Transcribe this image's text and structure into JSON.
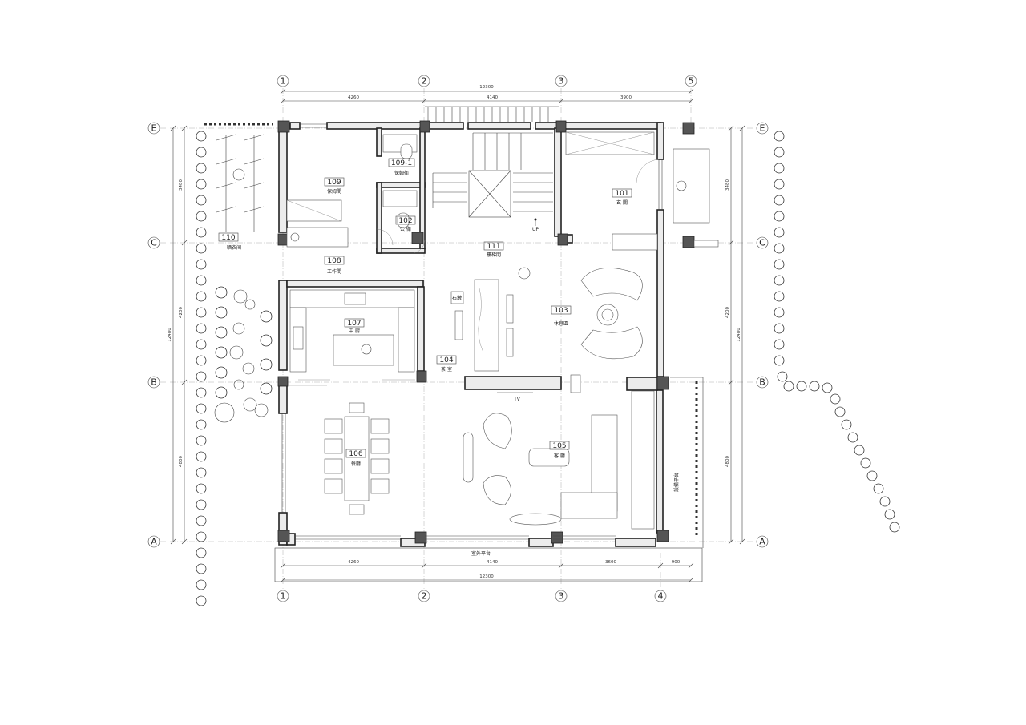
{
  "grid": {
    "top": [
      "1",
      "2",
      "3",
      "5"
    ],
    "bottom": [
      "1",
      "2",
      "3",
      "4"
    ],
    "left": [
      "E",
      "C",
      "B",
      "A"
    ],
    "right": [
      "E",
      "C",
      "B",
      "A"
    ]
  },
  "dimensions": {
    "top_total": "12300",
    "top_segments": [
      "4260",
      "4140",
      "3900"
    ],
    "bottom_total": "12300",
    "bottom_segments": [
      "4260",
      "4140",
      "3600",
      "900"
    ],
    "left_total": "12480",
    "left_segments": [
      "3480",
      "4200",
      "4800"
    ],
    "right_total": "12480",
    "right_segments": [
      "3480",
      "4200",
      "4800"
    ]
  },
  "rooms": [
    {
      "num": "101",
      "name": "玄 關"
    },
    {
      "num": "102",
      "name": "公 衛"
    },
    {
      "num": "103",
      "name": "休息區"
    },
    {
      "num": "104",
      "name": "茶 室"
    },
    {
      "num": "105",
      "name": "客 廳"
    },
    {
      "num": "106",
      "name": "餐廳"
    },
    {
      "num": "107",
      "name": "中 廚"
    },
    {
      "num": "108",
      "name": "工作間"
    },
    {
      "num": "109",
      "name": "保姆間"
    },
    {
      "num": "109-1",
      "name": "保姆衛"
    },
    {
      "num": "110",
      "name": "晒衣间"
    },
    {
      "num": "111",
      "name": "樓梯間"
    }
  ],
  "labels": {
    "up": "UP",
    "tv": "TV",
    "outdoor_terrace": "室外平台",
    "equipment_platform": "設備平台",
    "stone": "石墩"
  },
  "colors": {
    "wall_fill": "#ececec",
    "column_fill": "#555555",
    "line": "#222222",
    "background": "#ffffff"
  }
}
